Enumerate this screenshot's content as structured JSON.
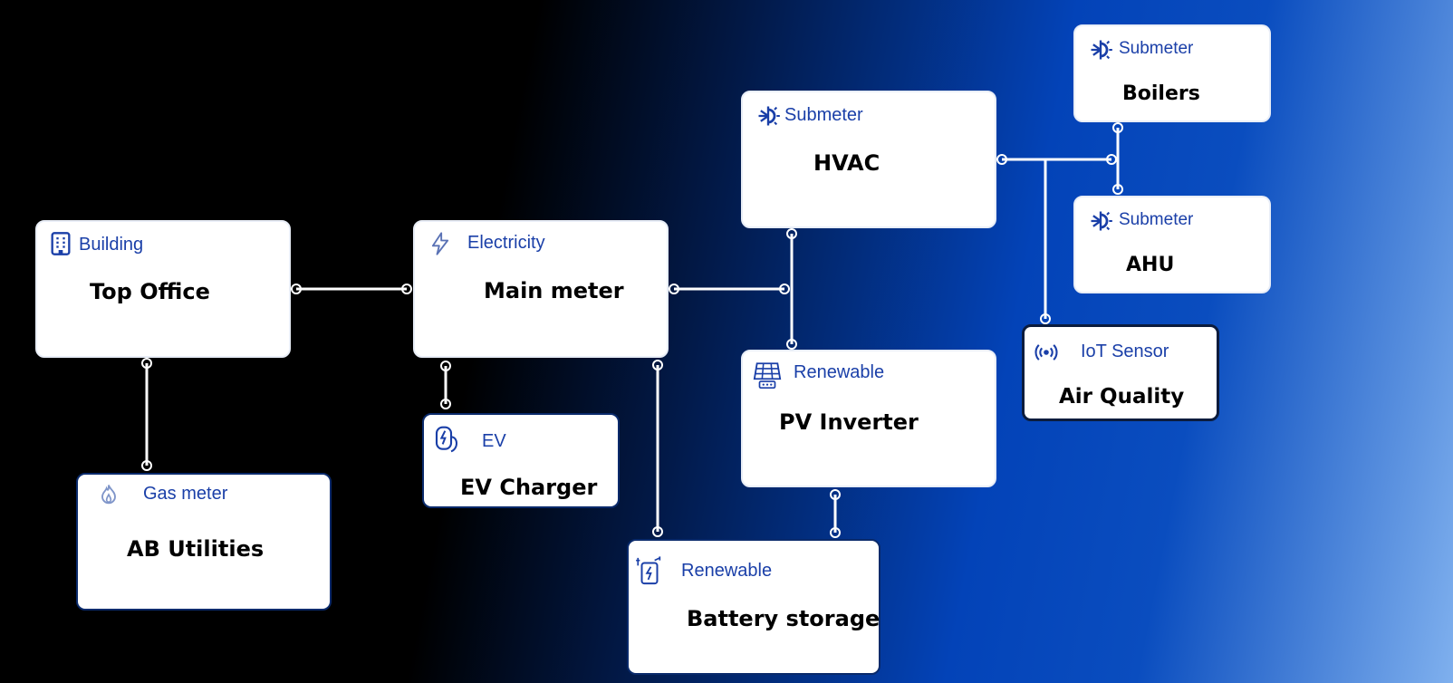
{
  "colors": {
    "category_text": "#1a3fa8",
    "connector": "#ffffff",
    "node_bg": "#ffffff"
  },
  "nodes": {
    "top_office": {
      "category": "Building",
      "title": "Top Office",
      "icon": "building-icon"
    },
    "main_meter": {
      "category": "Electricity",
      "title": "Main meter",
      "icon": "lightning-icon"
    },
    "gas_meter": {
      "category": "Gas meter",
      "title": "AB Utilities",
      "icon": "flame-icon"
    },
    "ev_charger": {
      "category": "EV",
      "title": "EV Charger",
      "icon": "ev-charger-icon"
    },
    "battery": {
      "category": "Renewable",
      "title": "Battery storage",
      "icon": "battery-storage-icon"
    },
    "pv_inverter": {
      "category": "Renewable",
      "title": "PV Inverter",
      "icon": "solar-panel-icon"
    },
    "hvac": {
      "category": "Submeter",
      "title": "HVAC",
      "icon": "snow-sun-icon"
    },
    "boilers": {
      "category": "Submeter",
      "title": "Boilers",
      "icon": "snow-sun-icon"
    },
    "ahu": {
      "category": "Submeter",
      "title": "AHU",
      "icon": "snow-sun-icon"
    },
    "air_quality": {
      "category": "IoT Sensor",
      "title": "Air Quality",
      "icon": "signal-broadcast-icon"
    }
  }
}
